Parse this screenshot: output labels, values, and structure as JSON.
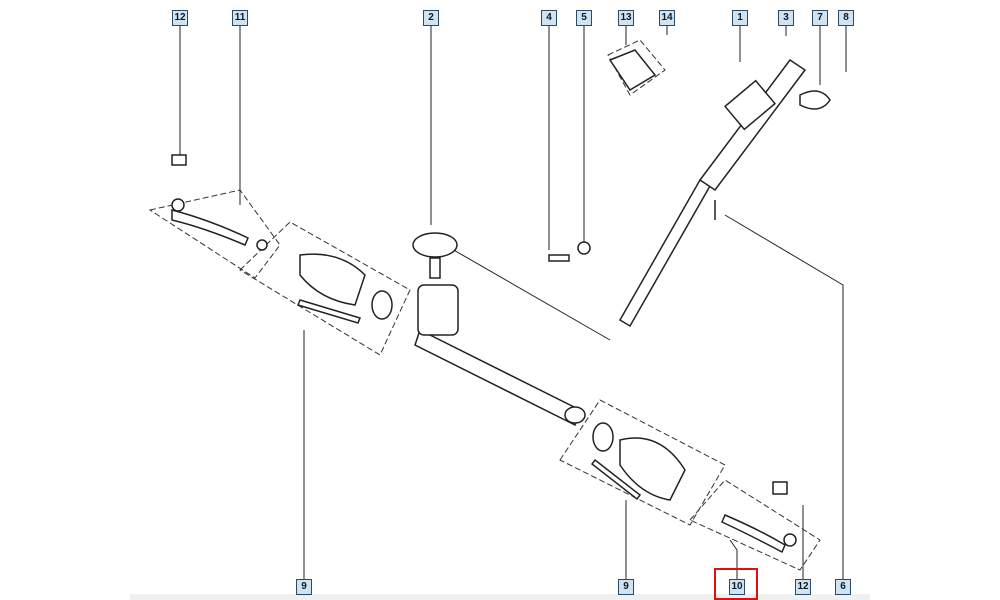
{
  "diagram": {
    "callouts_top": [
      "12",
      "11",
      "2",
      "4",
      "5",
      "13",
      "14",
      "1",
      "3",
      "7",
      "8"
    ],
    "callouts_bottom": [
      "9",
      "9",
      "10",
      "12",
      "6"
    ],
    "highlighted_callout": "10",
    "highlight_color": "#e01010"
  }
}
